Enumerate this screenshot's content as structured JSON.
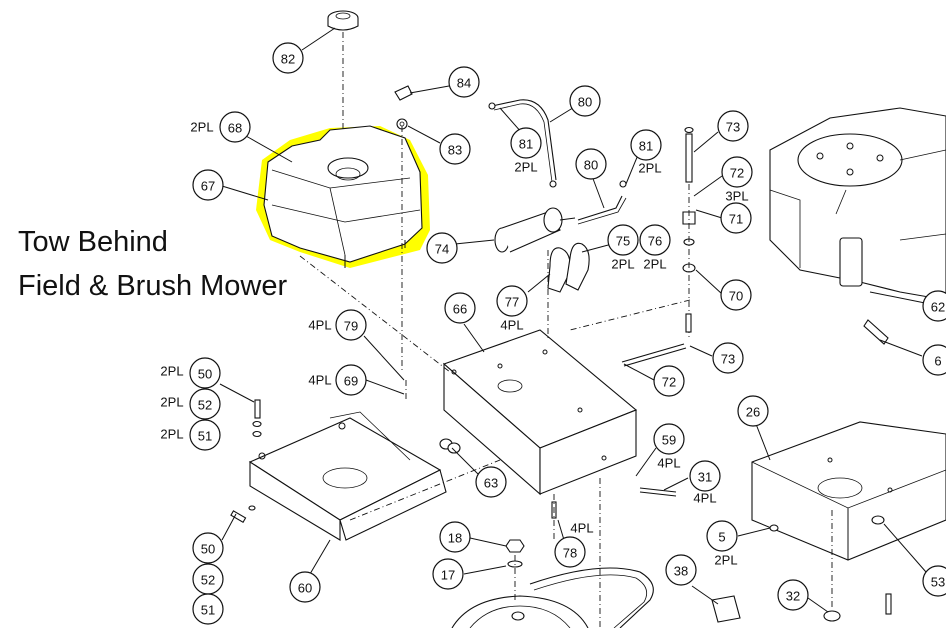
{
  "title": {
    "line1": "Tow Behind",
    "line2": "Field & Brush Mower"
  },
  "highlight_color": "#ffff00",
  "callouts": [
    {
      "id": "82",
      "qty": ""
    },
    {
      "id": "84",
      "qty": ""
    },
    {
      "id": "83",
      "qty": ""
    },
    {
      "id": "80",
      "qty": ""
    },
    {
      "id": "81",
      "qty": "2PL"
    },
    {
      "id": "68",
      "qty": "2PL"
    },
    {
      "id": "67",
      "qty": ""
    },
    {
      "id": "80",
      "qty": ""
    },
    {
      "id": "81",
      "qty": "2PL"
    },
    {
      "id": "73",
      "qty": ""
    },
    {
      "id": "72",
      "qty": "3PL"
    },
    {
      "id": "71",
      "qty": ""
    },
    {
      "id": "74",
      "qty": ""
    },
    {
      "id": "75",
      "qty": "2PL"
    },
    {
      "id": "76",
      "qty": "2PL"
    },
    {
      "id": "70",
      "qty": ""
    },
    {
      "id": "77",
      "qty": "4PL"
    },
    {
      "id": "66",
      "qty": ""
    },
    {
      "id": "79",
      "qty": "4PL"
    },
    {
      "id": "69",
      "qty": "4PL"
    },
    {
      "id": "73",
      "qty": ""
    },
    {
      "id": "72",
      "qty": ""
    },
    {
      "id": "62",
      "qty": ""
    },
    {
      "id": "6",
      "qty": ""
    },
    {
      "id": "50",
      "qty": "2PL"
    },
    {
      "id": "52",
      "qty": "2PL"
    },
    {
      "id": "51",
      "qty": "2PL"
    },
    {
      "id": "26",
      "qty": ""
    },
    {
      "id": "59",
      "qty": "4PL"
    },
    {
      "id": "63",
      "qty": ""
    },
    {
      "id": "31",
      "qty": "4PL"
    },
    {
      "id": "78",
      "qty": "4PL"
    },
    {
      "id": "5",
      "qty": "2PL"
    },
    {
      "id": "18",
      "qty": ""
    },
    {
      "id": "17",
      "qty": ""
    },
    {
      "id": "38",
      "qty": ""
    },
    {
      "id": "32",
      "qty": ""
    },
    {
      "id": "53",
      "qty": ""
    },
    {
      "id": "50",
      "qty": ""
    },
    {
      "id": "52",
      "qty": ""
    },
    {
      "id": "51",
      "qty": ""
    },
    {
      "id": "60",
      "qty": ""
    }
  ]
}
